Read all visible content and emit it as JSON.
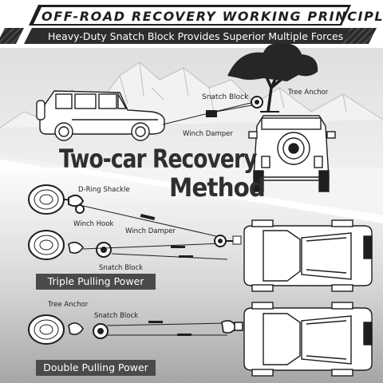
{
  "header": {
    "title": "OFF-ROAD RECOVERY WORKING PRINCIPLE",
    "subtitle": "Heavy-Duty Snatch Block Provides Superior Multiple Forces"
  },
  "headline": {
    "line1": "Two-car Recovery",
    "line2": "Method"
  },
  "scene_top": {
    "labels": {
      "snatch_block": "Snatch Block",
      "tree_anchor": "Tree Anchor",
      "winch_damper": "Winch Damper"
    }
  },
  "triple_section": {
    "labels": {
      "d_ring_shackle": "D-Ring Shackle",
      "winch_hook": "Winch Hook",
      "winch_damper": "Winch Damper",
      "snatch_block": "Snatch Block"
    },
    "banner": "Triple Pulling Power"
  },
  "double_section": {
    "labels": {
      "tree_anchor": "Tree Anchor",
      "snatch_block": "Snatch Block"
    },
    "banner": "Double Pulling Power"
  },
  "colors": {
    "dark": "#1e1e1e",
    "banner": "#4a4a4a",
    "gradient_gray": "#a8a8a8",
    "sky": "#e6e6e6"
  }
}
